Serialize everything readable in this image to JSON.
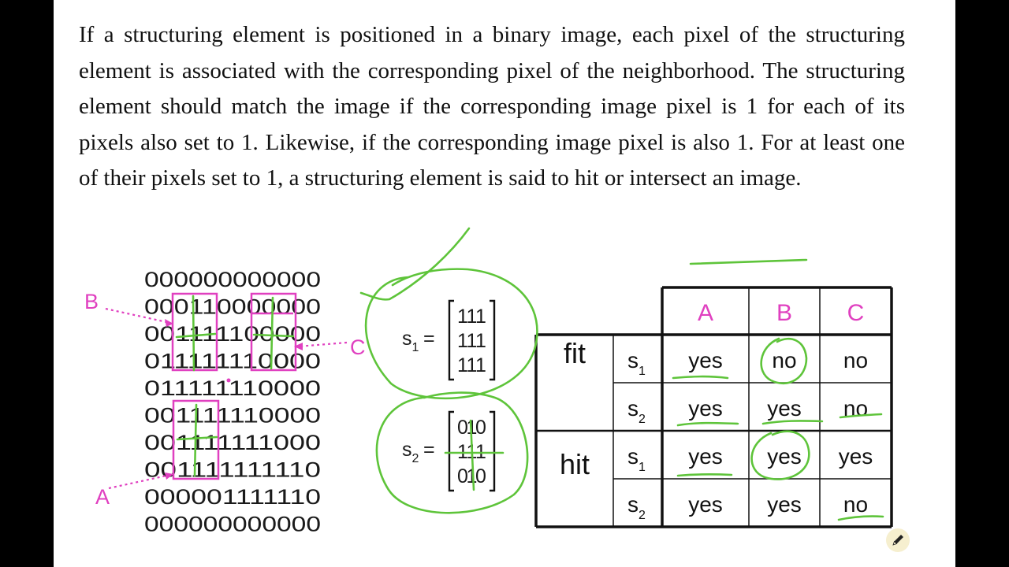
{
  "paragraph": "If a structuring element is positioned in a binary image, each pixel of the structuring element is associated with the corresponding pixel of the neighborhood. The structuring element should match the image if the corresponding image pixel is 1 for each of its pixels also set to 1. Likewise, if the corresponding image pixel is also 1. For at least one of their pixels set to 1, a structuring element is said to hit or intersect an image.",
  "grid": {
    "rows": [
      "000000000000",
      "000110000000",
      "001111100000",
      "011111110000",
      "011111110000",
      "001111110000",
      "001111111000",
      "001111111110",
      "000001111110",
      "000000000000"
    ],
    "labels": {
      "B": "B",
      "C": "C",
      "A": "A"
    }
  },
  "elements": [
    {
      "letter": "s",
      "sub": "1",
      "eq": "=",
      "rows": [
        [
          "1",
          "1",
          "1"
        ],
        [
          "1",
          "1",
          "1"
        ],
        [
          "1",
          "1",
          "1"
        ]
      ]
    },
    {
      "letter": "s",
      "sub": "2",
      "eq": "=",
      "rows": [
        [
          "0",
          "1",
          "0"
        ],
        [
          "1",
          "1",
          "1"
        ],
        [
          "0",
          "1",
          "0"
        ]
      ]
    }
  ],
  "table": {
    "columns": [
      "A",
      "B",
      "C"
    ],
    "groups": [
      {
        "name": "fit",
        "rows": [
          {
            "letter": "s",
            "sub": "1",
            "values": [
              "yes",
              "no",
              "no"
            ]
          },
          {
            "letter": "s",
            "sub": "2",
            "values": [
              "yes",
              "yes",
              "no"
            ]
          }
        ]
      },
      {
        "name": "hit",
        "rows": [
          {
            "letter": "s",
            "sub": "1",
            "values": [
              "yes",
              "yes",
              "yes"
            ]
          },
          {
            "letter": "s",
            "sub": "2",
            "values": [
              "yes",
              "yes",
              "no"
            ]
          }
        ]
      }
    ]
  },
  "colors": {
    "accent": "#e040c0",
    "ink": "#5ec43a",
    "text": "#111111"
  },
  "icons": {
    "pen": "pen-tool-icon"
  }
}
